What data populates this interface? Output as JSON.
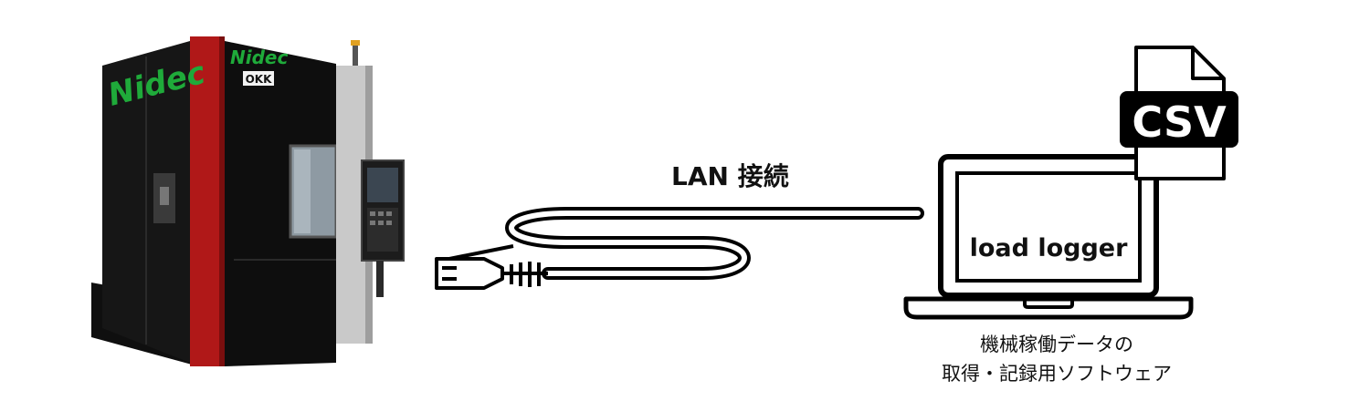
{
  "connection": {
    "label": "LAN 接続"
  },
  "machine": {
    "brand_logo": "Nidec",
    "brand_logo_small": "Nidec",
    "badge": "OKK"
  },
  "laptop": {
    "software_label": "load logger"
  },
  "file": {
    "format_label": "CSV"
  },
  "caption": {
    "line1": "機械稼働データの",
    "line2": "取得・記録用ソフトウェア"
  },
  "colors": {
    "machine_body": "#141414",
    "machine_accent_red": "#b01818",
    "logo_green": "#1faa3a",
    "panel_gray": "#c9c9c9",
    "line_black": "#000000"
  }
}
